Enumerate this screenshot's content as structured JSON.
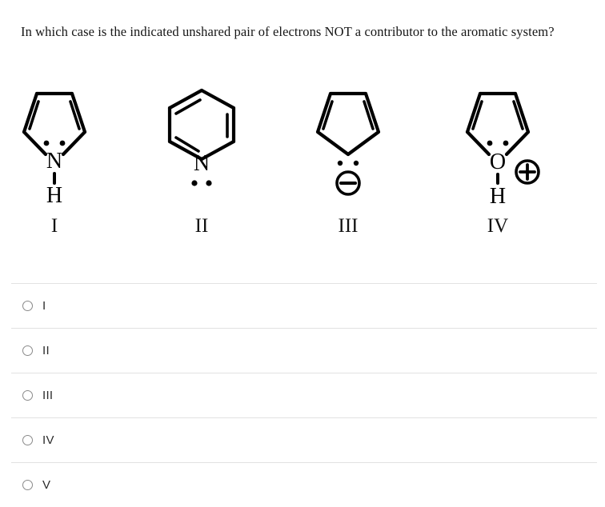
{
  "question": {
    "text": "In which case is the indicated unshared pair of electrons NOT a contributor to the aromatic system?"
  },
  "structures": [
    {
      "label": "I",
      "name": "pyrrole",
      "ring": "pentagon",
      "ring_atom_symbol": "N",
      "hydrogen_symbol": "H",
      "has_hydrogen": true,
      "lone_pair": "inside-ring-above-atom",
      "charge_symbol": "",
      "double_bonds": 2
    },
    {
      "label": "II",
      "name": "pyridine",
      "ring": "hexagon",
      "ring_atom_symbol": "N",
      "hydrogen_symbol": "",
      "has_hydrogen": false,
      "lone_pair": "outside-ring-below-atom",
      "charge_symbol": "",
      "double_bonds": 3
    },
    {
      "label": "III",
      "name": "cyclopentadienyl-anion",
      "ring": "pentagon",
      "ring_atom_symbol": "",
      "hydrogen_symbol": "",
      "has_hydrogen": false,
      "lone_pair": "outside-ring-below-vertex",
      "charge_symbol": "⊖",
      "double_bonds": 2
    },
    {
      "label": "IV",
      "name": "protonated-furan-oxonium",
      "ring": "pentagon",
      "ring_atom_symbol": "O",
      "hydrogen_symbol": "H",
      "has_hydrogen": true,
      "lone_pair": "inside-ring-above-atom",
      "charge_symbol": "⊕",
      "double_bonds": 2
    }
  ],
  "options": [
    {
      "label": "I",
      "selected": false
    },
    {
      "label": "II",
      "selected": false
    },
    {
      "label": "III",
      "selected": false
    },
    {
      "label": "IV",
      "selected": false
    },
    {
      "label": "V",
      "selected": false
    }
  ],
  "colors": {
    "background": "#ffffff",
    "text": "#1a1a1a",
    "structure_stroke": "#000000",
    "separator": "#e2e2e2",
    "radio_border": "#8a8a8a"
  }
}
